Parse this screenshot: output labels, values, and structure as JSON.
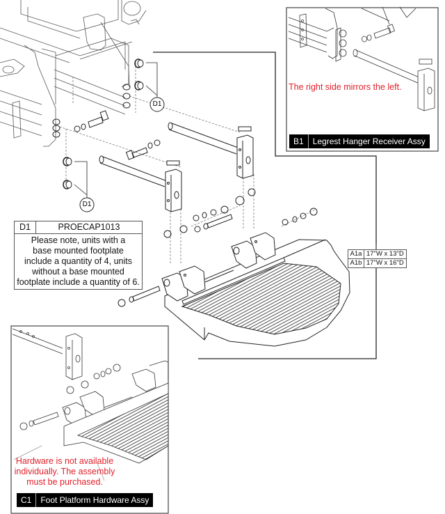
{
  "diagram": {
    "type": "exploded parts diagram",
    "colors": {
      "line": "#222222",
      "note_red": "#e0202a",
      "label_bg": "#000000",
      "label_text": "#ffffff"
    },
    "callouts": {
      "d1_upper": "D1",
      "d1_lower": "D1"
    },
    "part_note": {
      "code": "D1",
      "part_number": "PROECAP1013",
      "text": "Please note, units with a base mounted footplate include a quantity of 4, units without a base mounted footplate include a quantity of 6.",
      "lines": [
        "Please note, units with a",
        "base mounted footplate",
        "include a quantity of 4, units",
        "without a base mounted",
        "footplate include a quantity of 6."
      ]
    },
    "size_table": {
      "rows": [
        {
          "code": "A1a",
          "size": "17\"W x 13\"D"
        },
        {
          "code": "A1b",
          "size": "17\"W x 16\"D"
        }
      ]
    },
    "inset_b1": {
      "code": "B1",
      "name": "Legrest Hanger Receiver Assy",
      "note": "The right side mirrors the left."
    },
    "inset_c1": {
      "code": "C1",
      "name": "Foot Platform Hardware Assy",
      "note_lines": [
        "Hardware is not available",
        "individually. The assembly",
        "must be purchased."
      ]
    }
  }
}
